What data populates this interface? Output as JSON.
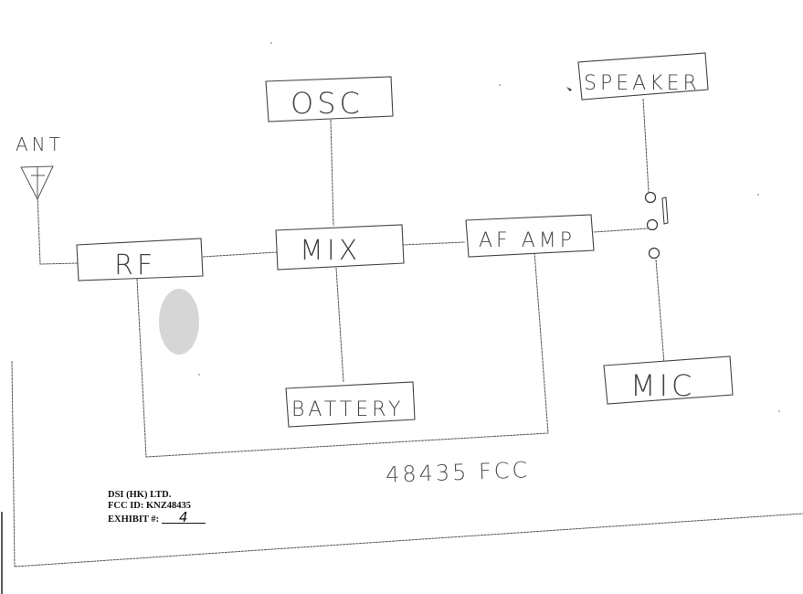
{
  "diagram": {
    "title": "Block diagram",
    "colors": {
      "ink": "#444444",
      "paper": "#ffffff",
      "smudge": "#cfcfcf"
    },
    "antenna": {
      "label": "ANT",
      "icon": "antenna-icon"
    },
    "blocks": [
      {
        "id": "rf",
        "label": "RF"
      },
      {
        "id": "osc",
        "label": "OSC"
      },
      {
        "id": "mix",
        "label": "MIX"
      },
      {
        "id": "battery",
        "label": "BATTERY"
      },
      {
        "id": "af_amp",
        "label": "AF AMP"
      },
      {
        "id": "speaker",
        "label": "SPEAKER"
      },
      {
        "id": "mic",
        "label": "MIC"
      }
    ],
    "switch": {
      "label": "",
      "icon": "switch-contacts-icon",
      "contacts": 3
    },
    "connections": [
      {
        "from": "ANT",
        "to": "RF"
      },
      {
        "from": "RF",
        "to": "MIX"
      },
      {
        "from": "OSC",
        "to": "MIX"
      },
      {
        "from": "MIX",
        "to": "BATTERY"
      },
      {
        "from": "MIX",
        "to": "AF AMP"
      },
      {
        "from": "AF AMP",
        "to": "switch"
      },
      {
        "from": "switch",
        "to": "SPEAKER"
      },
      {
        "from": "switch",
        "to": "MIC"
      },
      {
        "from": "RF",
        "to": "AF AMP",
        "note": "common return line along bottom"
      }
    ],
    "reference_number": "48435 FCC"
  },
  "stamp": {
    "company": "DSI (HK) LTD.",
    "fcc_id_label": "FCC ID:",
    "fcc_id_value": "KNZ48435",
    "exhibit_label": "EXHIBIT #:",
    "exhibit_value": "4"
  }
}
